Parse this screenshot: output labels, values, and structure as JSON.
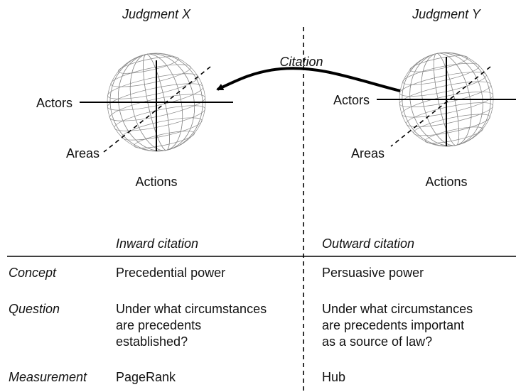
{
  "judgments": {
    "x": {
      "title": "Judgment X",
      "axes": {
        "actors": "Actors",
        "areas": "Areas",
        "actions": "Actions"
      }
    },
    "y": {
      "title": "Judgment Y",
      "axes": {
        "actors": "Actors",
        "areas": "Areas",
        "actions": "Actions"
      }
    }
  },
  "citation_label": "Citation",
  "columns": {
    "left_header": "Inward citation",
    "right_header": "Outward citation"
  },
  "rows": [
    {
      "label": "Concept",
      "left": [
        "Precedential power"
      ],
      "right": [
        "Persuasive power"
      ]
    },
    {
      "label": "Question",
      "left": [
        "Under what circumstances",
        "are precedents",
        "established?"
      ],
      "right": [
        "Under what circumstances",
        "are precedents important",
        "as a source of law?"
      ]
    },
    {
      "label": "Measurement",
      "left": [
        "PageRank"
      ],
      "right": [
        "Hub"
      ]
    }
  ]
}
